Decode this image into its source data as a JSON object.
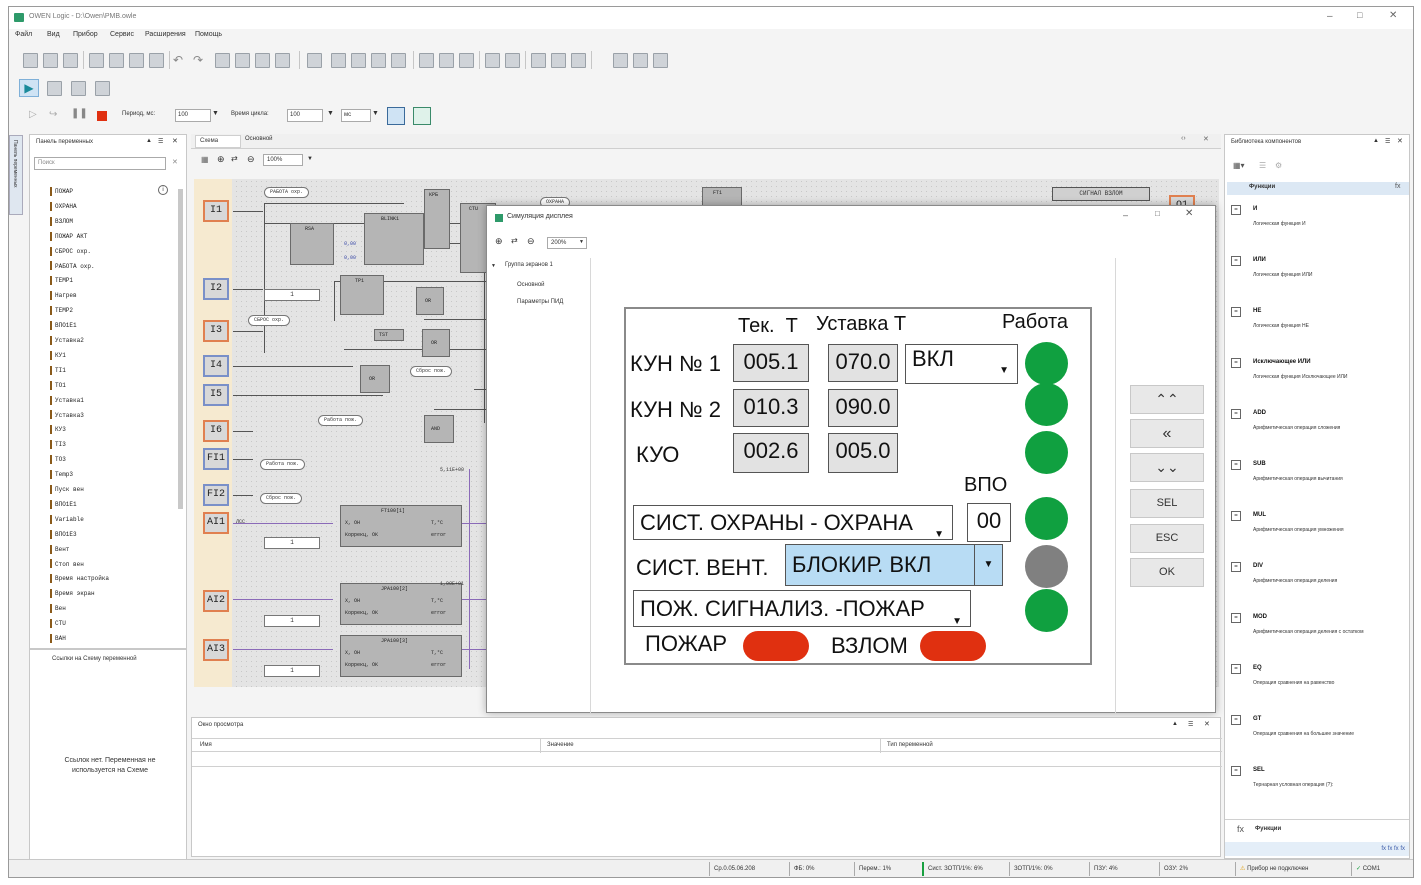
{
  "window": {
    "title": "OWEN Logic - D:\\Owen\\PMB.owle"
  },
  "menu": [
    "Файл",
    "Вид",
    "Прибор",
    "Сервис",
    "Расширения",
    "Помощь"
  ],
  "run_toolbar": {
    "period_label": "Период, мс:",
    "period_value": "100",
    "cycle_label": "Время цикла:",
    "cycle_value": "100",
    "cycle_unit": "мс"
  },
  "left_tab": "Панель переменных",
  "var_panel": {
    "title": "Панель переменных",
    "search_placeholder": "Поиск",
    "items": [
      "ПОЖАР",
      "ОХРАНА",
      "ВЗЛОМ",
      "ПОЖАР АКТ",
      "СБРОС охр.",
      "РАБОТА охр.",
      "TEMP1",
      "Нагрев",
      "TEMP2",
      "ВПО1Е1",
      "Уставка2",
      "КУ1",
      "TI1",
      "TO1",
      "Уставка1",
      "Уставка3",
      "КУ3",
      "TI3",
      "TO3",
      "Temp3",
      "Пуск вен",
      "ВПО1Е1",
      "Variable",
      "ВПО1Е3",
      "Вент",
      "Стоп вен",
      "Время настройка",
      "Время экран",
      "Вен",
      "CTU",
      "ВАН"
    ]
  },
  "ref_panel": {
    "title": "Ссылки на Схему переменной",
    "empty_text": "Ссылок нет. Переменная не используется на Схеме"
  },
  "editor": {
    "tabs": [
      "Схема",
      "Основной"
    ],
    "zoom": "100%"
  },
  "schema": {
    "inputs": [
      "I1",
      "I2",
      "I3",
      "I4",
      "I5",
      "I6",
      "FI1",
      "FI2",
      "AI1",
      "AI2",
      "AI3"
    ],
    "labels": [
      "РАБОТА охр.",
      "СБРОС охр.",
      "Сброс пож.",
      "Работа пож.",
      "Работа пож.",
      "Сброс пож.",
      "ОХРАНА",
      "СИГНАЛ ВЗЛОМ",
      "О1"
    ],
    "blocks": [
      "RSA",
      "BLINK1",
      "CTU",
      "TP1",
      "TST",
      "OR",
      "AND",
      "FT1",
      "FT100[1]",
      "JPA100[2]",
      "JPA100[3]",
      "КРБ"
    ],
    "values": [
      "1",
      "0,00",
      "0,00",
      "5,11E+00",
      "1,00E+01",
      "ЛСС",
      "Х, ОН",
      "Х, ОН",
      "Х, ОН",
      "Коррекц, ОК",
      "Коррекц, ОК",
      "Коррекц, ОК",
      "error",
      "error",
      "error",
      "Т,°С",
      "Т,°С",
      "Т,°С"
    ]
  },
  "preview": {
    "title": "Окно просмотра",
    "columns": [
      "Имя",
      "Значение",
      "Тип переменной"
    ]
  },
  "library": {
    "title": "Библиотека компонентов",
    "section": "Функции",
    "functions": [
      {
        "name": "И",
        "desc": "Логическая функция И"
      },
      {
        "name": "ИЛИ",
        "desc": "Логическая функция ИЛИ"
      },
      {
        "name": "НЕ",
        "desc": "Логическая функция НЕ"
      },
      {
        "name": "Исключающее ИЛИ",
        "desc": "Логическая функция Исключающее ИЛИ"
      },
      {
        "name": "ADD",
        "desc": "Арифметическая операция сложения"
      },
      {
        "name": "SUB",
        "desc": "Арифметическая операция вычитания"
      },
      {
        "name": "MUL",
        "desc": "Арифметическая операция умножения"
      },
      {
        "name": "DIV",
        "desc": "Арифметическая операция деления"
      },
      {
        "name": "MOD",
        "desc": "Арифметическая операция деления с остатком"
      },
      {
        "name": "EQ",
        "desc": "Операция сравнения на равенство"
      },
      {
        "name": "GT",
        "desc": "Операция сравнения на большее значение"
      },
      {
        "name": "SEL",
        "desc": "Тернарная условная операция (?):"
      }
    ],
    "footer": "Функции"
  },
  "sim": {
    "title": "Симуляция дисплея",
    "zoom": "200%",
    "tree": {
      "group": "Группа экранов 1",
      "items": [
        "Основной",
        "Параметры ПИД"
      ]
    },
    "headers": {
      "cur": "Тек.  Т",
      "set": "Уставка Т",
      "work": "Работа"
    },
    "rows": [
      {
        "name": "КУН № 1",
        "cur": "005.1",
        "set": "070.0",
        "mode": "ВКЛ"
      },
      {
        "name": "КУН № 2",
        "cur": "010.3",
        "set": "090.0"
      },
      {
        "name": "КУО",
        "cur": "002.6",
        "set": "005.0"
      }
    ],
    "vpo_label": "ВПО",
    "vpo_value": "00",
    "security": "СИСТ. ОХРАНЫ - ОХРАНА",
    "vent_label": "СИСТ. ВЕНТ.",
    "vent_value": "БЛОКИР. ВКЛ",
    "fire": "ПОЖ. СИГНАЛИЗ. -ПОЖАР",
    "alarm1": "ПОЖАР",
    "alarm2": "ВЗЛОМ",
    "nav": [
      "SEL",
      "ESC",
      "OK"
    ],
    "colors": {
      "led_on": "#10a040",
      "led_off": "#808080",
      "alarm": "#e03010",
      "select_hl": "#b8dcf4"
    }
  },
  "status": {
    "cells": [
      "Ср.0.05.06.208",
      "ФБ: 0%",
      "Перем.: 1%",
      "Сист. ЗОТП/1%: 6%",
      "ЗОТП/1%: 0%",
      "ПЗУ: 4%",
      "ОЗУ: 2%"
    ],
    "warning": "Прибор не подключен",
    "port": "COM1"
  }
}
